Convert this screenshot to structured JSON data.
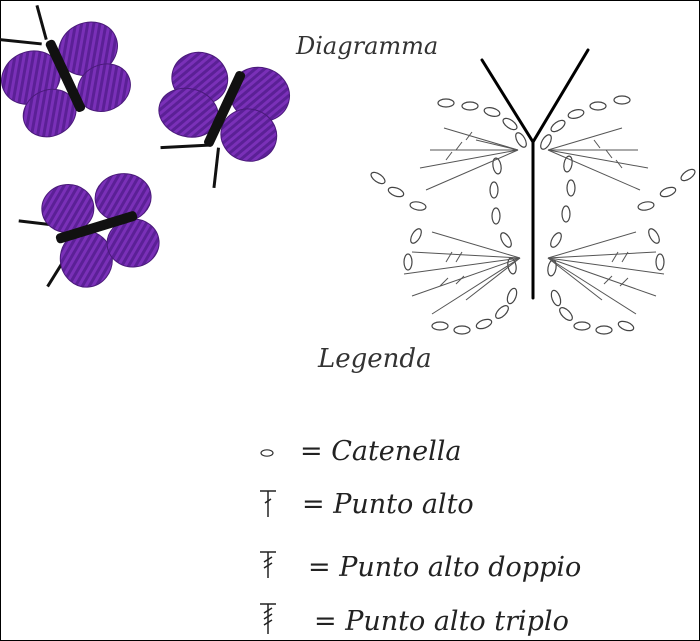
{
  "diagram": {
    "title": "Diagramma"
  },
  "legend": {
    "title": "Legenda",
    "items": [
      {
        "symbol": "chain-stitch-icon",
        "text": "= Catenella"
      },
      {
        "symbol": "treble-stitch-icon",
        "text": "= Punto alto"
      },
      {
        "symbol": "double-treble-stitch-icon",
        "text": "= Punto alto doppio"
      },
      {
        "symbol": "triple-treble-stitch-icon",
        "text": "= Punto alto triplo"
      }
    ]
  },
  "colors": {
    "yarn": "#6a2aa0",
    "yarn_dark": "#3e1466",
    "ink": "#000000",
    "stitch": "#444444"
  }
}
